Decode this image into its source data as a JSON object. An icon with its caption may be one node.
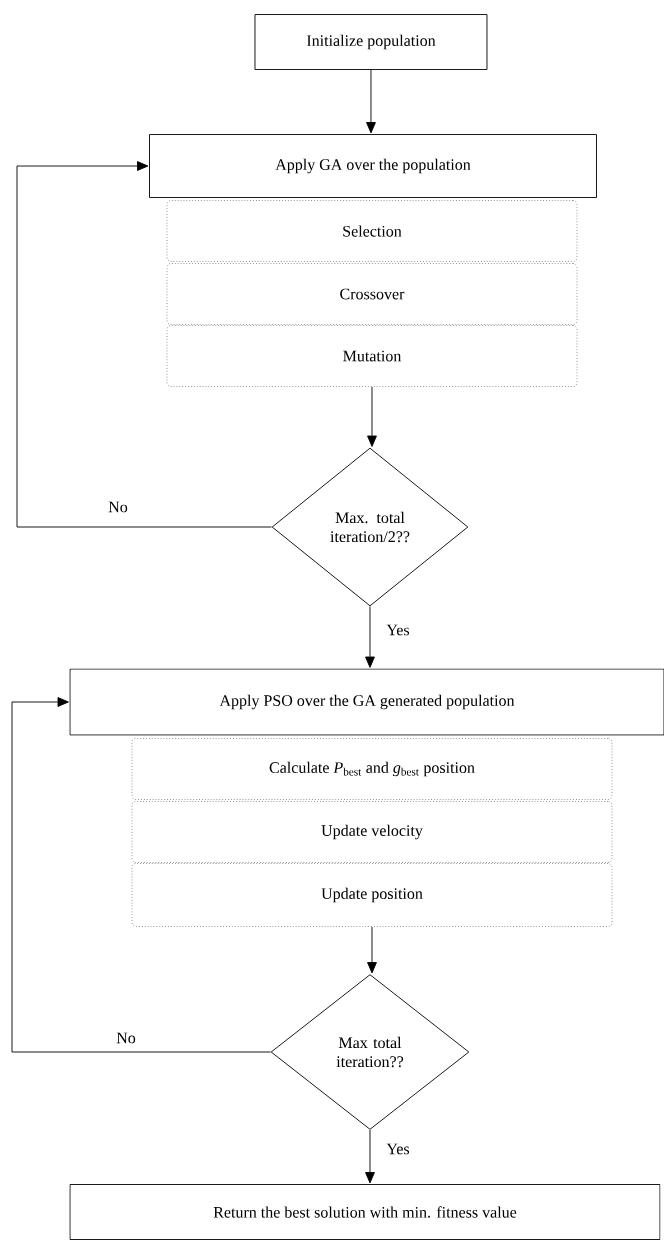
{
  "diagram": {
    "nodes": [
      {
        "text": [
          "Initialize population"
        ]
      },
      {
        "text": [
          "Apply GA over the population"
        ]
      },
      {
        "text": [
          "Selection"
        ]
      },
      {
        "text": [
          "Crossover"
        ]
      },
      {
        "text": [
          "Mutation"
        ]
      },
      {
        "text": [
          "Max. total iteration/2??"
        ]
      },
      {
        "text": [
          "Apply PSO over the GA generated population"
        ]
      },
      {
        "text": [
          "Calculate *P*$_{best}$ and *g*$_{best}$ position"
        ]
      },
      {
        "text": [
          "Update velocity"
        ]
      },
      {
        "text": [
          "Update position"
        ]
      },
      {
        "text": [
          "Max total iteration??"
        ]
      },
      {
        "text": [
          "Return the best solution with min. fitness value"
        ]
      }
    ],
    "edges": [
      {
        "from": 0,
        "to": 1,
        "arrow": "to"
      },
      {
        "from": 4,
        "to": 5,
        "arrow": "to"
      },
      {
        "from": 5,
        "to": 1,
        "arrow": "to",
        "label": "No"
      },
      {
        "from": 5,
        "to": 6,
        "arrow": "to",
        "label": "Yes"
      },
      {
        "from": 9,
        "to": 10,
        "arrow": "to"
      },
      {
        "from": 10,
        "to": 6,
        "arrow": "to",
        "label": "No"
      },
      {
        "from": 10,
        "to": 11,
        "arrow": "to",
        "label": "Yes"
      }
    ]
  }
}
